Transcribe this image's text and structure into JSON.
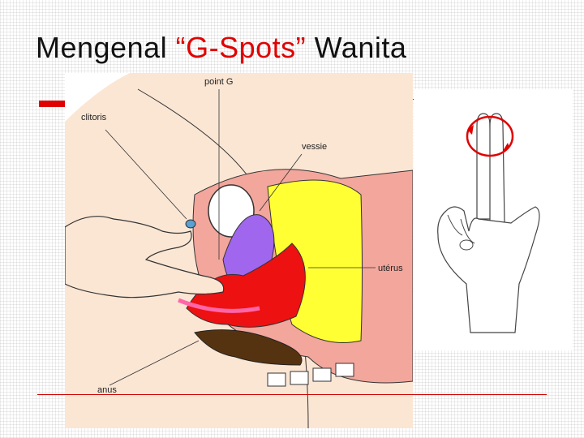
{
  "slide": {
    "title_main": "Mengenal ",
    "title_accent": "“G-Spots”",
    "title_tail": " Wanita"
  },
  "diagram": {
    "labels": {
      "point_g": "point G",
      "clitoris": "clitoris",
      "vessie": "vessie",
      "uterus": "utérus",
      "anus": "anus"
    }
  },
  "colors": {
    "accent": "#e00000",
    "bladder_yellow": "#ffff33",
    "uterus_red": "#ee1111",
    "uterus_purple": "#a066ee",
    "skin": "#fbe6d4",
    "tissue_pink": "#f2a69c",
    "rectum_brown": "#553311"
  }
}
